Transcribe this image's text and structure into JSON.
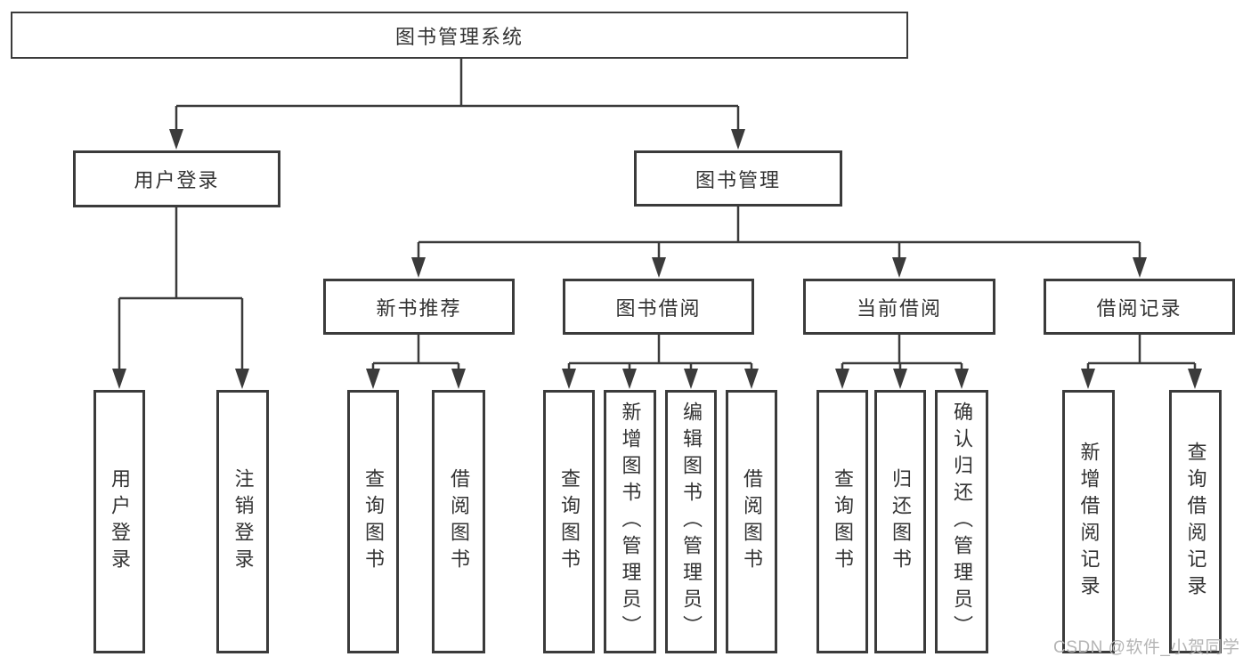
{
  "diagram": {
    "root": "图书管理系统",
    "user_login": {
      "label": "用户登录",
      "children": [
        "用户登录",
        "注销登录"
      ]
    },
    "book_management": {
      "label": "图书管理",
      "sections": [
        {
          "label": "新书推荐",
          "children": [
            "查询图书",
            "借阅图书"
          ]
        },
        {
          "label": "图书借阅",
          "children": [
            "查询图书",
            "新增图书（管理员）",
            "编辑图书（管理员）",
            "借阅图书"
          ]
        },
        {
          "label": "当前借阅",
          "children": [
            "查询图书",
            "归还图书",
            "确认归还（管理员）"
          ]
        },
        {
          "label": "借阅记录",
          "children": [
            "新增借阅记录",
            "查询借阅记录"
          ]
        }
      ]
    }
  },
  "watermark": "CSDN @软件_小贺同学",
  "colors": {
    "line": "#3b3b3b",
    "text": "#333333",
    "watermark": "#b5b5b5",
    "background": "#ffffff"
  }
}
